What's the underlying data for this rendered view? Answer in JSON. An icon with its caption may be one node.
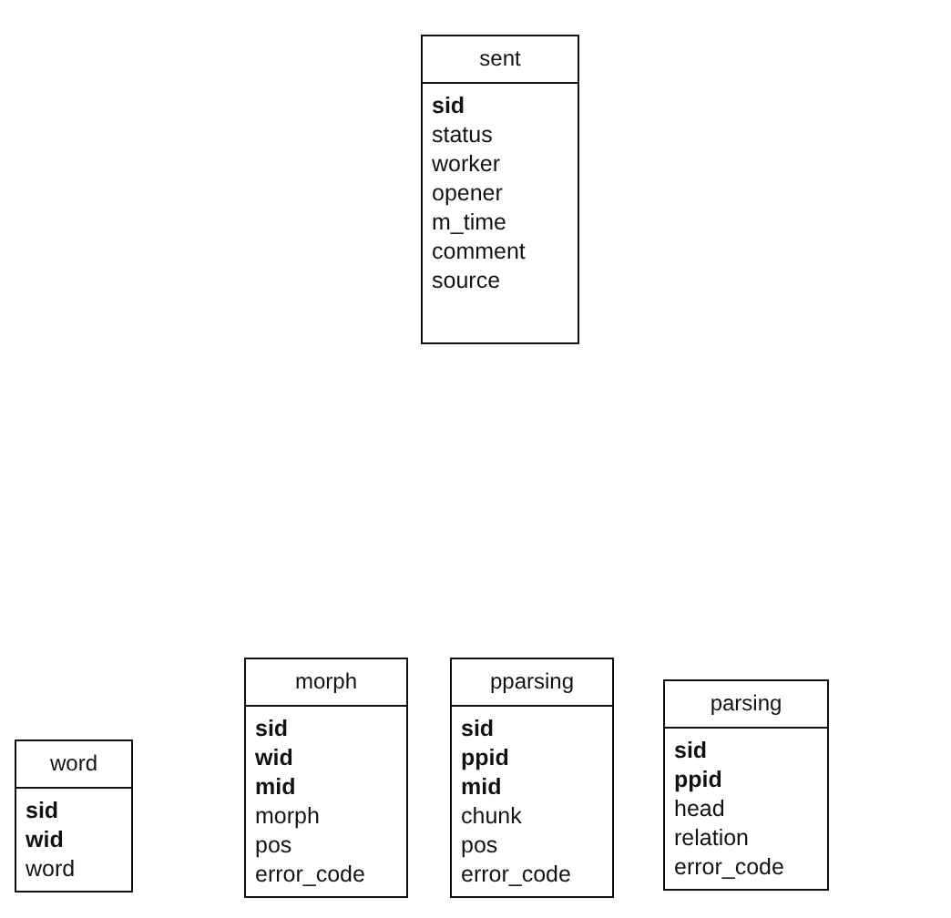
{
  "diagram": {
    "nodes": [
      {
        "text": [
          "sent",
          "**sid** status worker opener m_time comment source"
        ]
      },
      {
        "text": [
          "word",
          "**sid** **wid** word"
        ]
      },
      {
        "text": [
          "morph",
          "**sid** **wid** **mid** morph pos error_code"
        ]
      },
      {
        "text": [
          "pparsing",
          "**sid** **ppid** **mid** chunk pos error_code"
        ]
      },
      {
        "text": [
          "parsing",
          "**sid** **ppid** head relation error_code"
        ]
      }
    ]
  }
}
